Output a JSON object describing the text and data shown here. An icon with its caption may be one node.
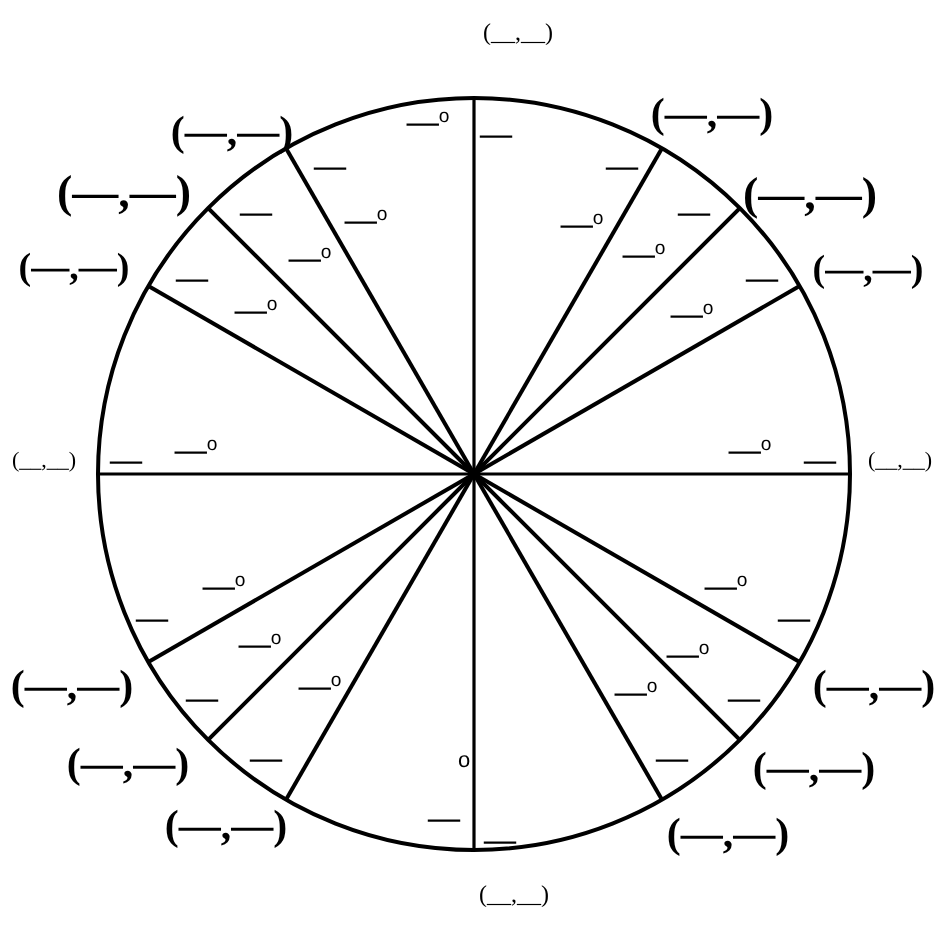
{
  "diagram": {
    "labels": [
      "(__,__)",
      "—$^{o}$",
      "—",
      "(—,—)",
      "(—,—)",
      "—",
      "—",
      "(—,—)",
      "(—,—)",
      "—",
      "—",
      "—$^{o}$",
      "—$^{o}$",
      "—$^{o}$",
      "—$^{o}$",
      "(—,—)",
      "(—,—)",
      "—",
      "—",
      "—$^{o}$",
      "—$^{o}$",
      "(__,__)",
      "—",
      "—$^{o}$",
      "—$^{o}$",
      "—",
      "(__,__)",
      "—$^{o}$",
      "—$^{o}$",
      "—",
      "—",
      "—$^{o}$",
      "—$^{o}$",
      "(—,—)",
      "(—,—)",
      "—$^{o}$",
      "—$^{o}$",
      "—",
      "—",
      "(—,—)",
      "o",
      "(—,—)",
      "—",
      "—",
      "—",
      "(—,—)",
      "(—,—)",
      "—",
      "(__,__)"
    ]
  }
}
